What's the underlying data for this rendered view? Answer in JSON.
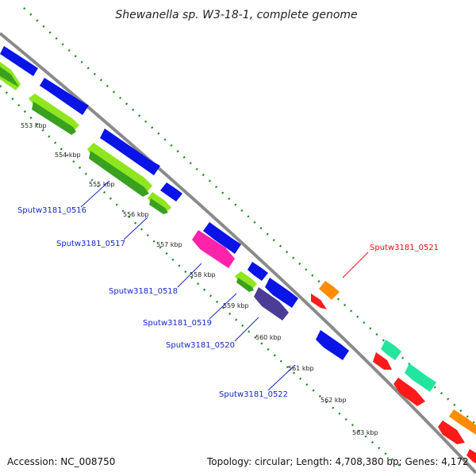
{
  "title": "Shewanella sp. W3-18-1, complete genome",
  "footer": {
    "accession": "Accession: NC_008750",
    "summary": "Topology: circular; Length: 4,708,380 bp; Genes: 4,172"
  },
  "colors": {
    "backbone": "#8a8a8a",
    "tick": "#1e8a1e",
    "blue": "#0a14e6",
    "green": "#8fe61e",
    "pink": "#ff22aa",
    "purple": "#4b3c96",
    "orange": "#ff8c00",
    "red": "#ff1a1a",
    "teal": "#22e6a0",
    "label_blue": "#1428c8",
    "label_red": "#e01010"
  },
  "kbp_ticks": [
    "553 kbp",
    "554 kbp",
    "555 kbp",
    "556 kbp",
    "557 kbp",
    "558 kbp",
    "559 kbp",
    "560 kbp",
    "561 kbp",
    "562 kbp",
    "563 kbp"
  ],
  "gene_labels": [
    {
      "text": "Sputw3181_0516",
      "color": "label_blue"
    },
    {
      "text": "Sputw3181_0517",
      "color": "label_blue"
    },
    {
      "text": "Sputw3181_0518",
      "color": "label_blue"
    },
    {
      "text": "Sputw3181_0519",
      "color": "label_blue"
    },
    {
      "text": "Sputw3181_0520",
      "color": "label_blue"
    },
    {
      "text": "Sputw3181_0521",
      "color": "label_red"
    },
    {
      "text": "Sputw3181_0522",
      "color": "label_blue"
    }
  ]
}
